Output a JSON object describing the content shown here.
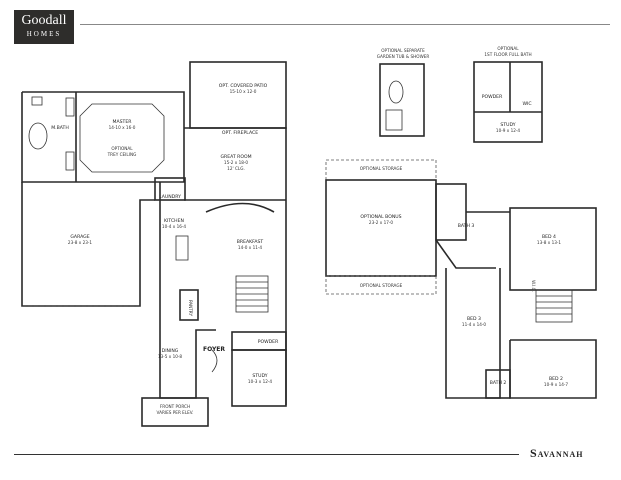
{
  "brand": {
    "name": "Goodall",
    "sub": "HOMES"
  },
  "plan_name": "Savannah",
  "first_floor": {
    "patio": [
      "OPT. COVERED PATIO",
      "15-10 x 12-0"
    ],
    "master": [
      "MASTER",
      "14-10 x 16-0"
    ],
    "trey": [
      "OPTIONAL",
      "TREY CEILING"
    ],
    "mbath": "M.BATH",
    "fireplace": "OPT. FIREPLACE",
    "great_room": [
      "GREAT ROOM",
      "15-2 x 18-0",
      "12' CLG."
    ],
    "laundry": "LAUNDRY",
    "kitchen": [
      "KITCHEN",
      "10-4 x 16-4"
    ],
    "breakfast": [
      "BREAKFAST",
      "14-0 x 11-4"
    ],
    "garage": [
      "GARAGE",
      "23-8 x 23-1"
    ],
    "pantry": "PANTRY",
    "dining": [
      "DINING",
      "13-5 x 10-8"
    ],
    "foyer": "FOYER",
    "powder": "POWDER",
    "study": [
      "STUDY",
      "10-3 x 12-4"
    ],
    "porch": [
      "FRONT PORCH",
      "VARIES PER ELEV."
    ]
  },
  "options": {
    "garden_tub": [
      "OPTIONAL SEPARATE",
      "GARDEN TUB & SHOWER"
    ],
    "full_bath": [
      "OPTIONAL",
      "1ST FLOOR FULL BATH"
    ],
    "powder": "POWDER",
    "wic": "WIC",
    "study": [
      "STUDY",
      "10-9 x 12-4"
    ]
  },
  "second_floor": {
    "storage_top": "OPTIONAL STORAGE",
    "bonus": [
      "OPTIONAL BONUS",
      "23-2 x 17-0"
    ],
    "storage_bottom": "OPTIONAL STORAGE",
    "bath3": "BATH 3",
    "bed4": [
      "BED 4",
      "13-8 x 13-1"
    ],
    "bed3": [
      "BED 3",
      "11-4 x 14-0"
    ],
    "wic": "W.I.C.",
    "bed2": [
      "BED 2",
      "10-9 x 14-7"
    ],
    "bath2": "BATH 2"
  }
}
